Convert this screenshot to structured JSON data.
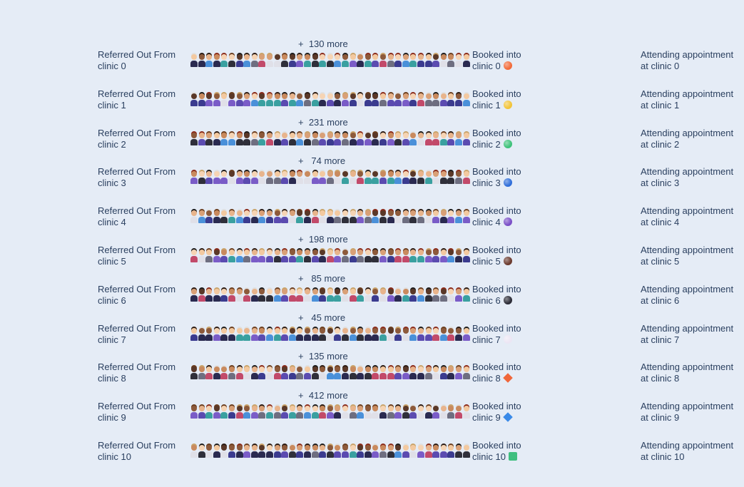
{
  "chart_data": {
    "type": "pictogram-flow",
    "rows": [
      {
        "referred": "Referred Out From",
        "referred_clinic": "clinic 0",
        "booked": "Booked into",
        "booked_clinic": "clinic 0",
        "attending": "Attending appointment",
        "attending_clinic": "at clinic 0",
        "badge_color": "#f26b3a",
        "badge_shape": "circle",
        "more_text": "+  130 more"
      },
      {
        "referred": "Referred Out From",
        "referred_clinic": "clinic 1",
        "booked": "Booked into",
        "booked_clinic": "clinic 1",
        "attending": "Attending appointment",
        "attending_clinic": "at clinic 1",
        "badge_color": "#f2c43a",
        "badge_shape": "circle",
        "more_text": ""
      },
      {
        "referred": "Referred Out From",
        "referred_clinic": "clinic 2",
        "booked": "Booked into",
        "booked_clinic": "clinic 2",
        "attending": "Attending appointment",
        "attending_clinic": "at clinic 2",
        "badge_color": "#3ec27a",
        "badge_shape": "circle",
        "more_text": "+  231 more"
      },
      {
        "referred": "Referred Out From",
        "referred_clinic": "clinic 3",
        "booked": "Booked into",
        "booked_clinic": "clinic 3",
        "attending": "Attending appointment",
        "attending_clinic": "at clinic 3",
        "badge_color": "#2f6ed9",
        "badge_shape": "circle",
        "more_text": "+   74 more"
      },
      {
        "referred": "Referred Out From",
        "referred_clinic": "clinic 4",
        "booked": "Booked into",
        "booked_clinic": "clinic 4",
        "attending": "Attending appointment",
        "attending_clinic": "at clinic 4",
        "badge_color": "#7a4fc7",
        "badge_shape": "circle",
        "more_text": ""
      },
      {
        "referred": "Referred Out From",
        "referred_clinic": "clinic 5",
        "booked": "Booked into",
        "booked_clinic": "clinic 5",
        "attending": "Attending appointment",
        "attending_clinic": "at clinic 5",
        "badge_color": "#6b3a2e",
        "badge_shape": "circle",
        "more_text": "+  198 more"
      },
      {
        "referred": "Referred Out From",
        "referred_clinic": "clinic 6",
        "booked": "Booked into",
        "booked_clinic": "clinic 6",
        "attending": "Attending appointment",
        "attending_clinic": "at clinic 6",
        "badge_color": "#2b2b36",
        "badge_shape": "circle",
        "more_text": "+   85 more"
      },
      {
        "referred": "Referred Out From",
        "referred_clinic": "clinic 7",
        "booked": "Booked into",
        "booked_clinic": "clinic 7",
        "attending": "Attending appointment",
        "attending_clinic": "at clinic 7",
        "badge_color": "#ece6f4",
        "badge_shape": "circle",
        "more_text": "+   45 more"
      },
      {
        "referred": "Referred Out From",
        "referred_clinic": "clinic 8",
        "booked": "Booked into",
        "booked_clinic": "clinic 8",
        "attending": "Attending appointment",
        "attending_clinic": "at clinic 8",
        "badge_color": "#f0663a",
        "badge_shape": "diamond",
        "more_text": "+  135 more"
      },
      {
        "referred": "Referred Out From",
        "referred_clinic": "clinic 9",
        "booked": "Booked into",
        "booked_clinic": "clinic 9",
        "attending": "Attending appointment",
        "attending_clinic": "at clinic 9",
        "badge_color": "#3a8ae8",
        "badge_shape": "diamond",
        "more_text": "+  412 more"
      },
      {
        "referred": "Referred Out From",
        "referred_clinic": "clinic 10",
        "booked": "Booked into",
        "booked_clinic": "clinic 10",
        "attending": "Attending appointment",
        "attending_clinic": "at clinic 10",
        "badge_color": "#3fbf7f",
        "badge_shape": "square",
        "more_text": ""
      }
    ]
  }
}
